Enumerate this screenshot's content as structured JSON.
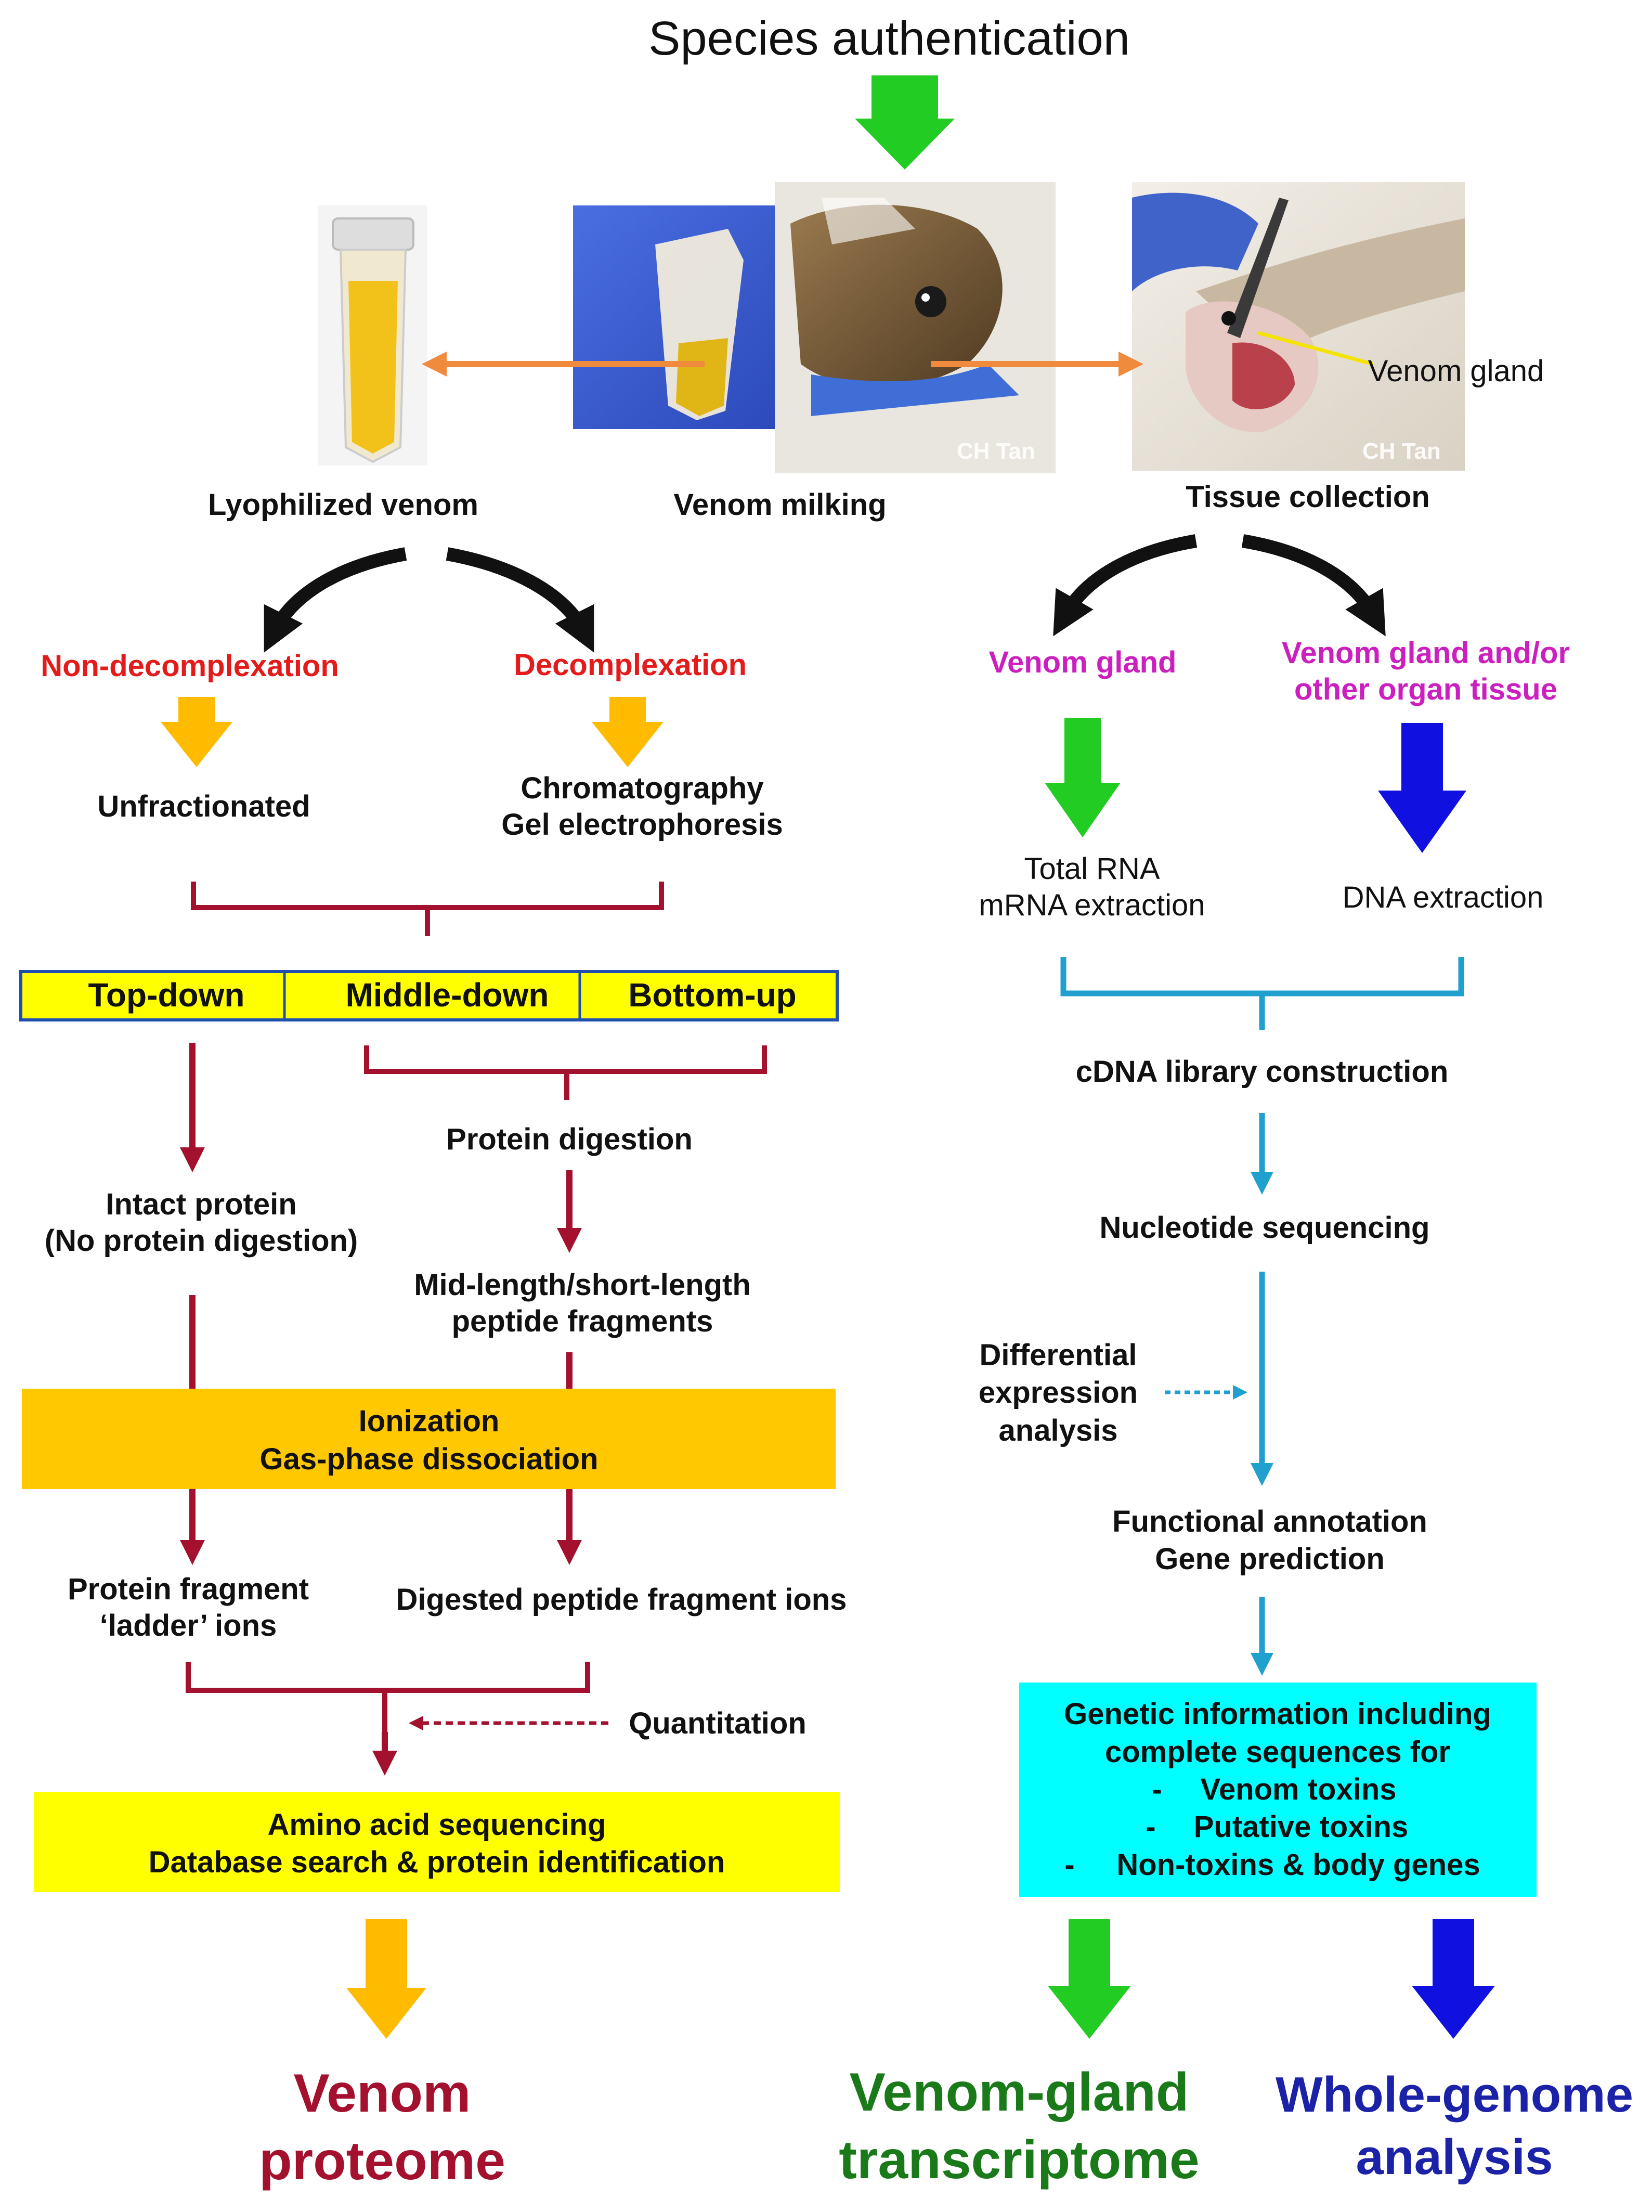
{
  "title": "Species authentication",
  "photos": {
    "lyophilized_caption": "Lyophilized  venom",
    "milking_caption": "Venom milking",
    "tissue_caption": "Tissue collection",
    "watermark_1": "CH Tan",
    "watermark_2": "CH Tan",
    "gland_pointer_label": "Venom gland"
  },
  "left": {
    "non_decomplexation": "Non-decomplexation",
    "decomplexation": "Decomplexation",
    "unfractionated": "Unfractionated",
    "chromatography": "Chromatography",
    "gel_electrophoresis": "Gel electrophoresis",
    "approaches": [
      "Top-down",
      "Middle-down",
      "Bottom-up"
    ],
    "protein_digestion": "Protein digestion",
    "intact_protein": "Intact protein",
    "no_digestion": "(No protein digestion)",
    "fragments_line1": "Mid-length/short-length",
    "fragments_line2": "peptide fragments",
    "ionization": "Ionization",
    "gas_phase": "Gas-phase dissociation",
    "ladder_line1": "Protein fragment",
    "ladder_line2": "‘ladder’ ions",
    "digested_ions": "Digested peptide fragment ions",
    "quantitation": "Quantitation",
    "amino_acid": "Amino acid sequencing",
    "database_search": "Database search & protein identification",
    "output_line1": "Venom",
    "output_line2": "proteome"
  },
  "right": {
    "venom_gland": "Venom gland",
    "gland_or_tissue_line1": "Venom gland and/or",
    "gland_or_tissue_line2": "other organ tissue",
    "total_rna": "Total RNA",
    "mrna_extraction": "mRNA  extraction",
    "dna_extraction": "DNA  extraction",
    "cdna": "cDNA  library  construction",
    "nucleotide": "Nucleotide sequencing",
    "differential_line1": "Differential",
    "differential_line2": "expression",
    "differential_line3": "analysis",
    "functional": "Functional annotation",
    "gene_prediction": "Gene prediction",
    "genetic_line1": "Genetic information including",
    "genetic_line2": "complete sequences for",
    "genetic_items": [
      "Venom toxins",
      "Putative toxins",
      "Non-toxins & body genes"
    ],
    "bullet": "-",
    "transcriptome_line1": "Venom-gland",
    "transcriptome_line2": "transcriptome",
    "genome_line1": "Whole-genome",
    "genome_line2": "analysis"
  },
  "colors": {
    "green_arrow": "#22cc22",
    "yellow_arrow": "#ffbb00",
    "blue_arrow": "#1010e0",
    "crimson": "#a3112e",
    "cyan_line": "#1fa0cf",
    "orange_arrow": "#f08a3c",
    "yellow_box": "#ffff00",
    "orange_box": "#ffc800",
    "cyan_box": "#00ffff"
  },
  "icons": {
    "tube": "venom-tube-photo",
    "snake_milking": "snake-milking-photo",
    "snake_dissection": "snake-dissection-photo"
  }
}
